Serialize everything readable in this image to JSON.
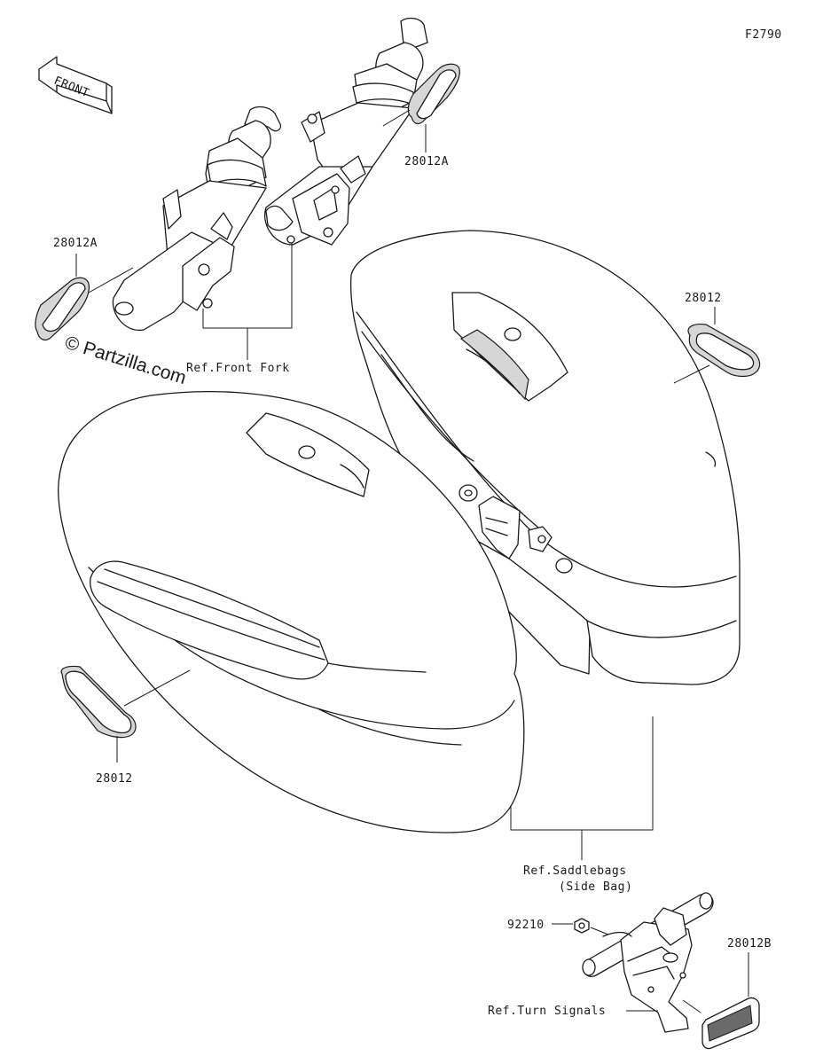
{
  "figure_code": "F2790",
  "watermark": "© Partzilla.com",
  "front_arrow_text": "FRONT",
  "labels": {
    "decal_28012A_left": "28012A",
    "decal_28012A_right": "28012A",
    "decal_28012_right": "28012",
    "decal_28012_left": "28012",
    "ref_front_fork": "Ref.Front Fork",
    "ref_saddlebags_line1": "Ref.Saddlebags",
    "ref_saddlebags_line2": "(Side Bag)",
    "nut_92210": "92210",
    "reflector_28012B": "28012B",
    "ref_turn_signals": "Ref.Turn Signals"
  }
}
